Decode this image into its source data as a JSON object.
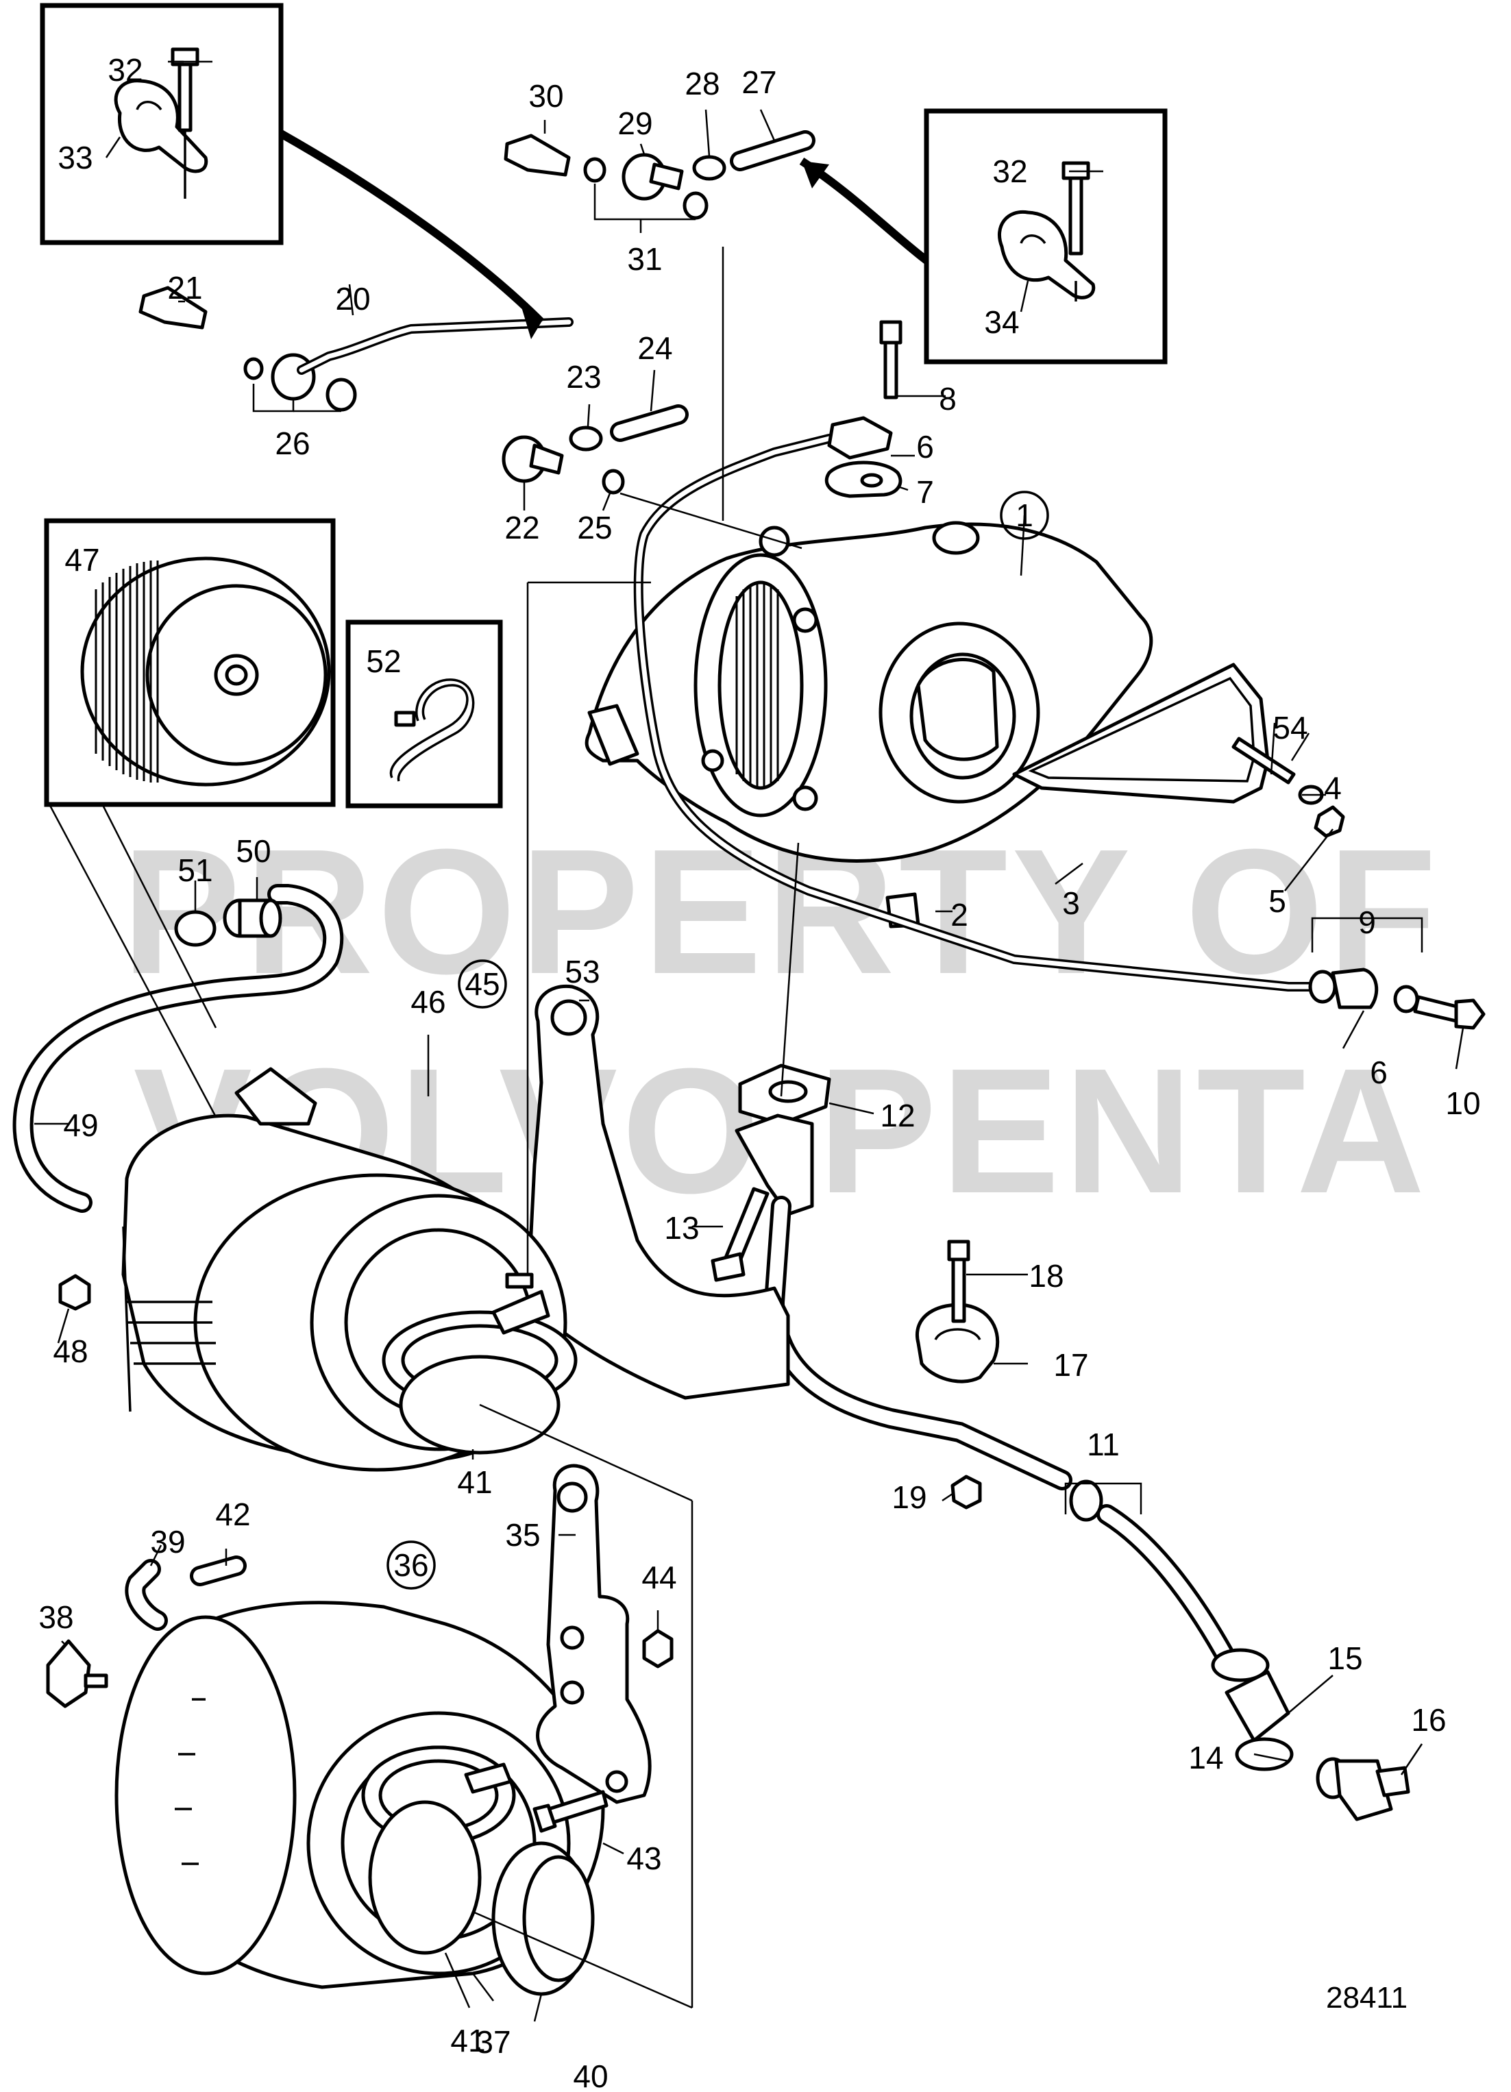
{
  "watermark": {
    "line1": "PROPERTY OF",
    "line2": "VOLVO PENTA"
  },
  "document_number": "28411",
  "callouts": {
    "c1": "1",
    "c2": "2",
    "c3": "3",
    "c4": "4",
    "c5": "5",
    "c6a": "6",
    "c6b": "6",
    "c7": "7",
    "c8": "8",
    "c9": "9",
    "c10": "10",
    "c11": "11",
    "c12": "12",
    "c13": "13",
    "c14": "14",
    "c15": "15",
    "c16": "16",
    "c17": "17",
    "c18": "18",
    "c19": "19",
    "c20": "20",
    "c21": "21",
    "c22": "22",
    "c23": "23",
    "c24": "24",
    "c25": "25",
    "c26": "26",
    "c27": "27",
    "c28": "28",
    "c29": "29",
    "c30": "30",
    "c31": "31",
    "c32a": "32",
    "c32b": "32",
    "c33": "33",
    "c34": "34",
    "c35": "35",
    "c36": "36",
    "c37": "37",
    "c38": "38",
    "c39": "39",
    "c40": "40",
    "c41a": "41",
    "c41b": "41",
    "c42": "42",
    "c43": "43",
    "c44": "44",
    "c45": "45",
    "c46": "46",
    "c47": "47",
    "c48": "48",
    "c49": "49",
    "c50": "50",
    "c51": "51",
    "c52": "52",
    "c53": "53",
    "c54": "54"
  }
}
